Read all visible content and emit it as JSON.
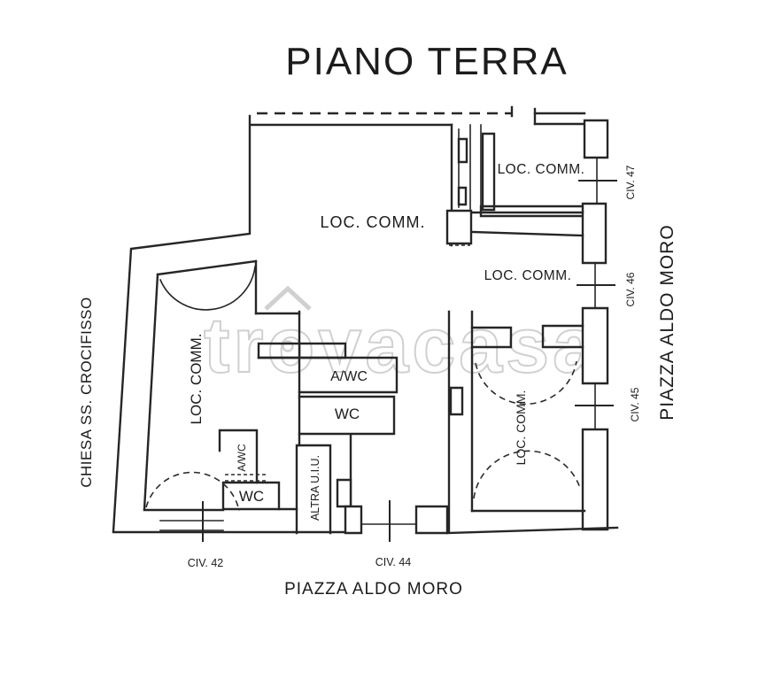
{
  "title": "PIANO TERRA",
  "watermark": "trovacasa",
  "streets": {
    "left": "CHIESA SS. CROCIFISSO",
    "right": "PIAZZA ALDO MORO",
    "bottom": "PIAZZA ALDO MORO"
  },
  "civics": {
    "c42": "CIV. 42",
    "c44": "CIV. 44",
    "c45": "CIV. 45",
    "c46": "CIV. 46",
    "c47": "CIV. 47"
  },
  "rooms": {
    "loc_comm_main": "LOC. COMM.",
    "loc_comm_left": "LOC. COMM.",
    "loc_comm_top_right": "LOC. COMM.",
    "loc_comm_mid_right": "LOC. COMM.",
    "loc_comm_bottom_right": "LOC. COMM.",
    "awc_main": "A/WC",
    "wc_main": "WC",
    "awc_small": "A/WC",
    "wc_small": "WC",
    "altra_uiu": "ALTRA U.I.U."
  }
}
